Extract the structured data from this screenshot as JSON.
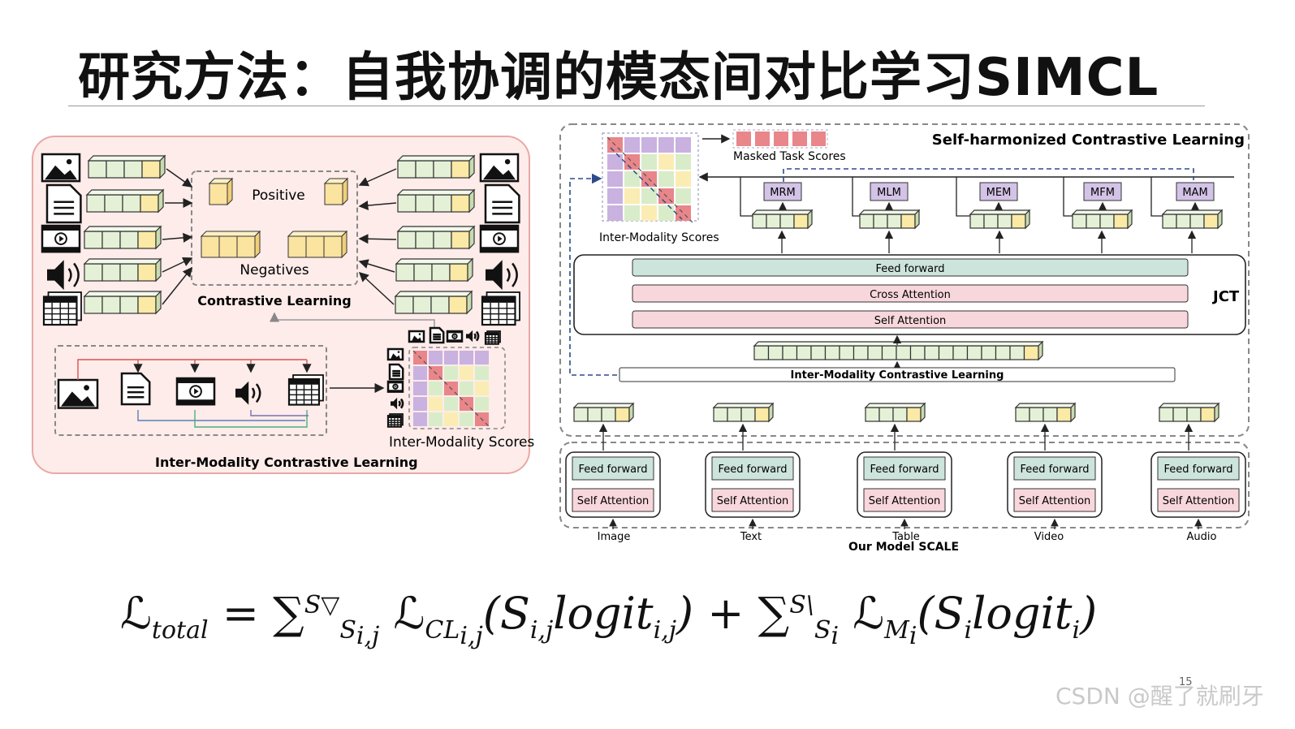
{
  "title": "研究方法：自我协调的模态间对比学习SIMCL",
  "left_panel": {
    "positive": "Positive",
    "negatives": "Negatives",
    "contrastive_learning": "Contrastive Learning",
    "inter_modality_cl": "Inter-Modality Contrastive Learning",
    "inter_modality_scores": "Inter-Modality Scores"
  },
  "right_panel": {
    "title": "Self-harmonized Contrastive Learning",
    "masked_task_scores": "Masked Task Scores",
    "inter_modality_scores": "Inter-Modality Scores",
    "heads": [
      "MRM",
      "MLM",
      "MEM",
      "MFM",
      "MAM"
    ],
    "jct": {
      "label": "JCT",
      "feed_forward": "Feed forward",
      "cross_attention": "Cross Attention",
      "self_attention": "Self Attention"
    },
    "imcl_bar": "Inter-Modality Contrastive Learning",
    "encoders": [
      {
        "feed_forward": "Feed forward",
        "self_attention": "Self Attention",
        "input": "Image"
      },
      {
        "feed_forward": "Feed forward",
        "self_attention": "Self Attention",
        "input": "Text"
      },
      {
        "feed_forward": "Feed forward",
        "self_attention": "Self Attention",
        "input": "Table"
      },
      {
        "feed_forward": "Feed forward",
        "self_attention": "Self Attention",
        "input": "Video"
      },
      {
        "feed_forward": "Feed forward",
        "self_attention": "Self Attention",
        "input": "Audio"
      }
    ],
    "model_label": "Our Model SCALE"
  },
  "formula_latex": "\\mathcal{L}_{total} = \\sum_{S_{i,j}}^{S\\triangledown} \\mathcal{L}_{CL_{i,j}}(S_{i,j} logit_{i,j}) + \\sum_{S_i}^{S\\backslash} \\mathcal{L}_{M_i}(S_i logit_i)",
  "page_number": "15",
  "watermark": "CSDN @醒了就刷牙",
  "colors": {
    "left_panel_bg": "#fdecea",
    "left_panel_border": "#e8a9a5",
    "token_green": "#e4f1d6",
    "token_yellow": "#fbe9a6",
    "feed_forward": "#cde4dd",
    "attention": "#f8d7dc",
    "head_purple": "#d3c3e6",
    "score_red": "#e8868a",
    "score_purple": "#c9b1e0",
    "score_yellow": "#fbecb3",
    "score_green": "#d9ecc9"
  }
}
